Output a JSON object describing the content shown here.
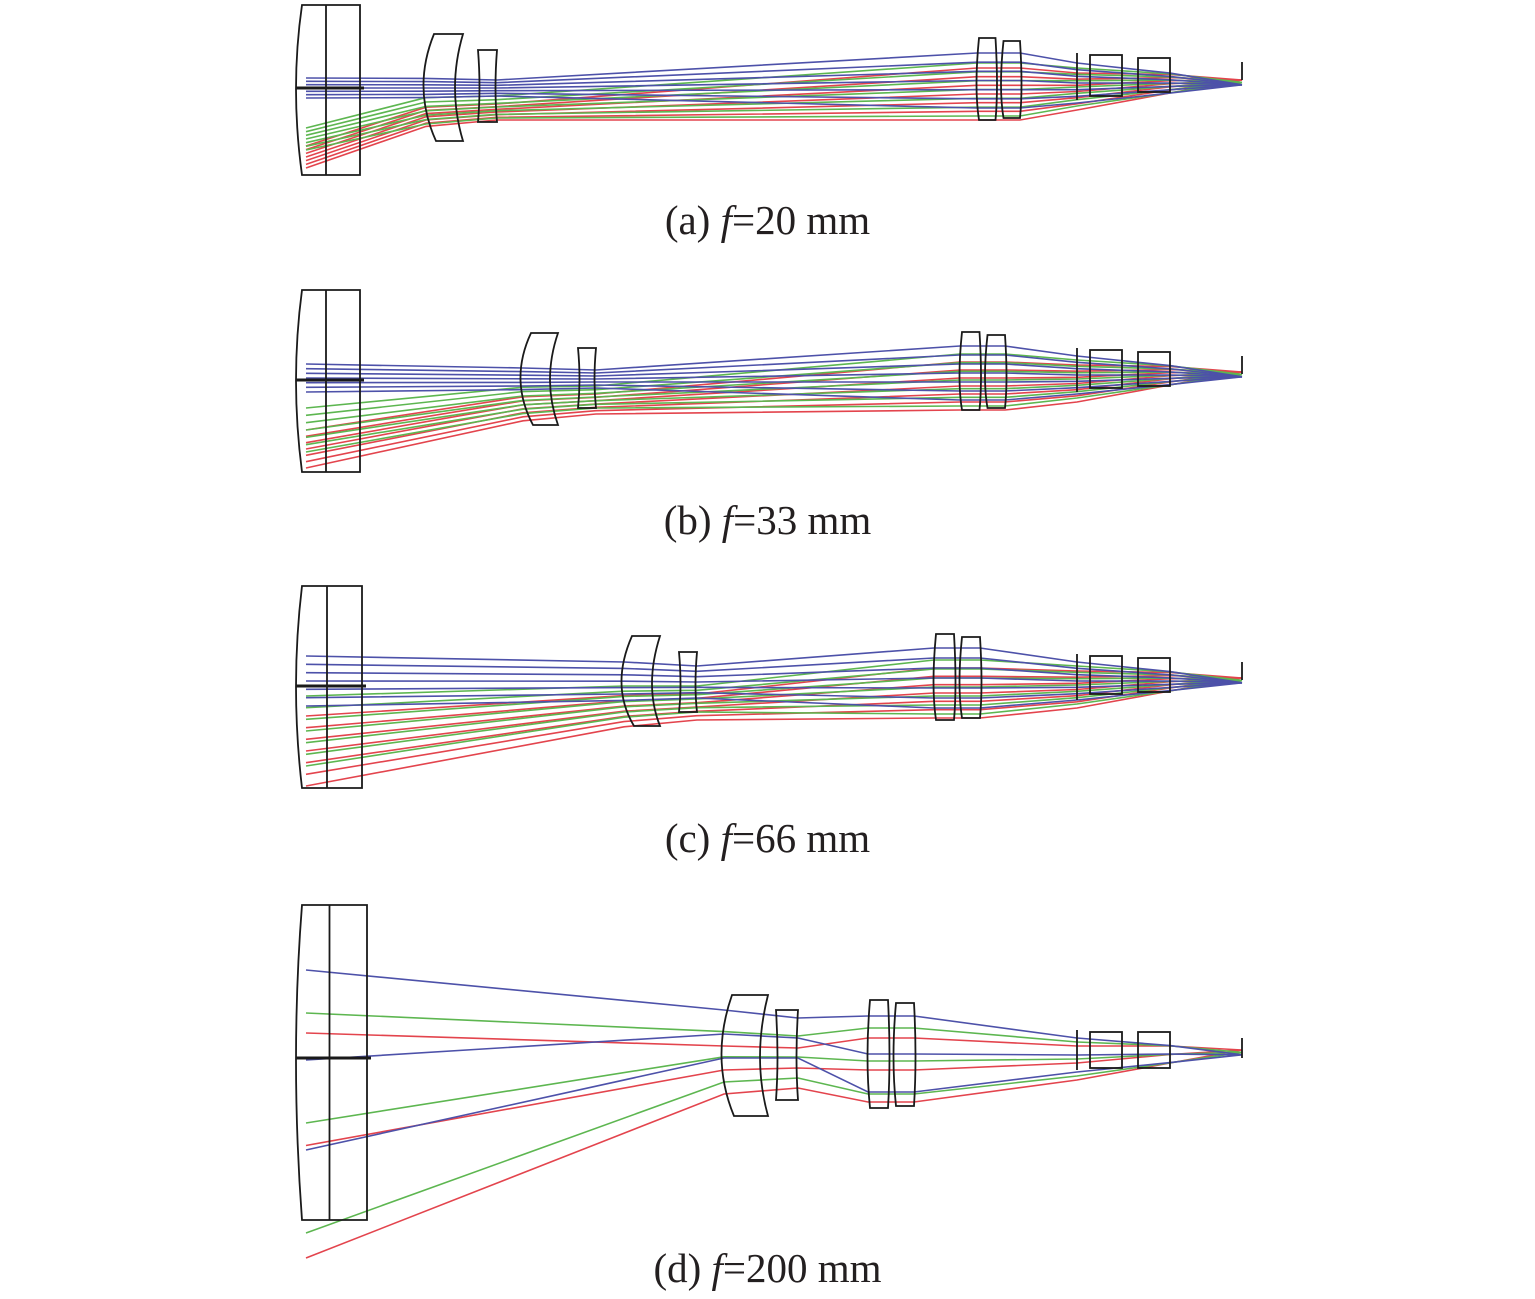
{
  "colors": {
    "blue": "#3a3fa0",
    "green": "#4caf3e",
    "red": "#e0303a",
    "lens": "#1a1a1a"
  },
  "panels": [
    {
      "id": "a",
      "prefix": "(a) ",
      "var": "f",
      "value": "=20 mm"
    },
    {
      "id": "b",
      "prefix": "(b) ",
      "var": "f",
      "value": "=33 mm"
    },
    {
      "id": "c",
      "prefix": "(c) ",
      "var": "f",
      "value": "=66 mm"
    },
    {
      "id": "d",
      "prefix": "(d) ",
      "var": "f",
      "value": "=200 mm"
    }
  ]
}
